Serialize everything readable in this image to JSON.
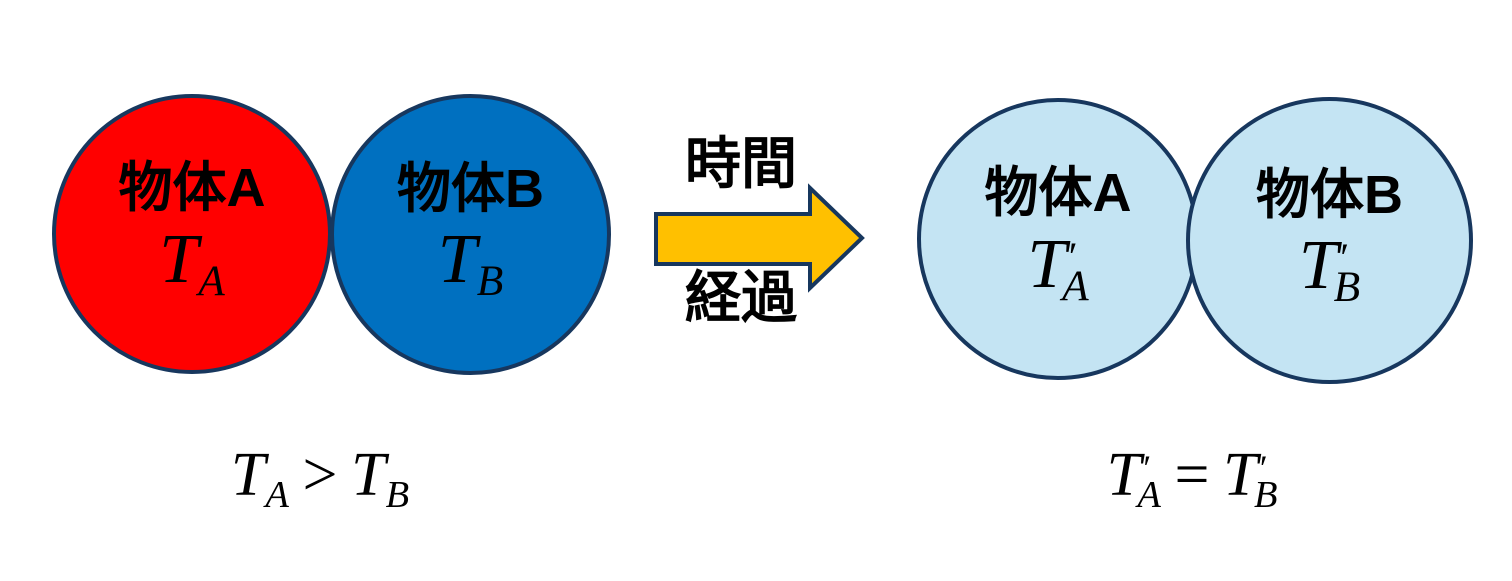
{
  "colors": {
    "background": "#FFFFFF",
    "object_a_before_fill": "#FF0000",
    "object_b_before_fill": "#0070C0",
    "equilibrium_fill": "#C4E4F3",
    "circle_outline": "#17375E",
    "arrow_fill": "#FFC000",
    "arrow_outline": "#17375E",
    "text": "#000000"
  },
  "before": {
    "object_a": {
      "name": "物体A",
      "symbol": "T",
      "subscript": "A"
    },
    "object_b": {
      "name": "物体B",
      "symbol": "T",
      "subscript": "B"
    },
    "relation": {
      "lhs_symbol": "T",
      "lhs_subscript": "A",
      "operator": ">",
      "rhs_symbol": "T",
      "rhs_subscript": "B"
    }
  },
  "transition": {
    "top_label": "時間",
    "bottom_label": "経過"
  },
  "after": {
    "object_a": {
      "name": "物体A",
      "symbol": "T",
      "prime": "′",
      "subscript": "A"
    },
    "object_b": {
      "name": "物体B",
      "symbol": "T",
      "prime": "′",
      "subscript": "B"
    },
    "relation": {
      "lhs_symbol": "T",
      "lhs_prime": "′",
      "lhs_subscript": "A",
      "operator": "=",
      "rhs_symbol": "T",
      "rhs_prime": "′",
      "rhs_subscript": "B"
    }
  }
}
